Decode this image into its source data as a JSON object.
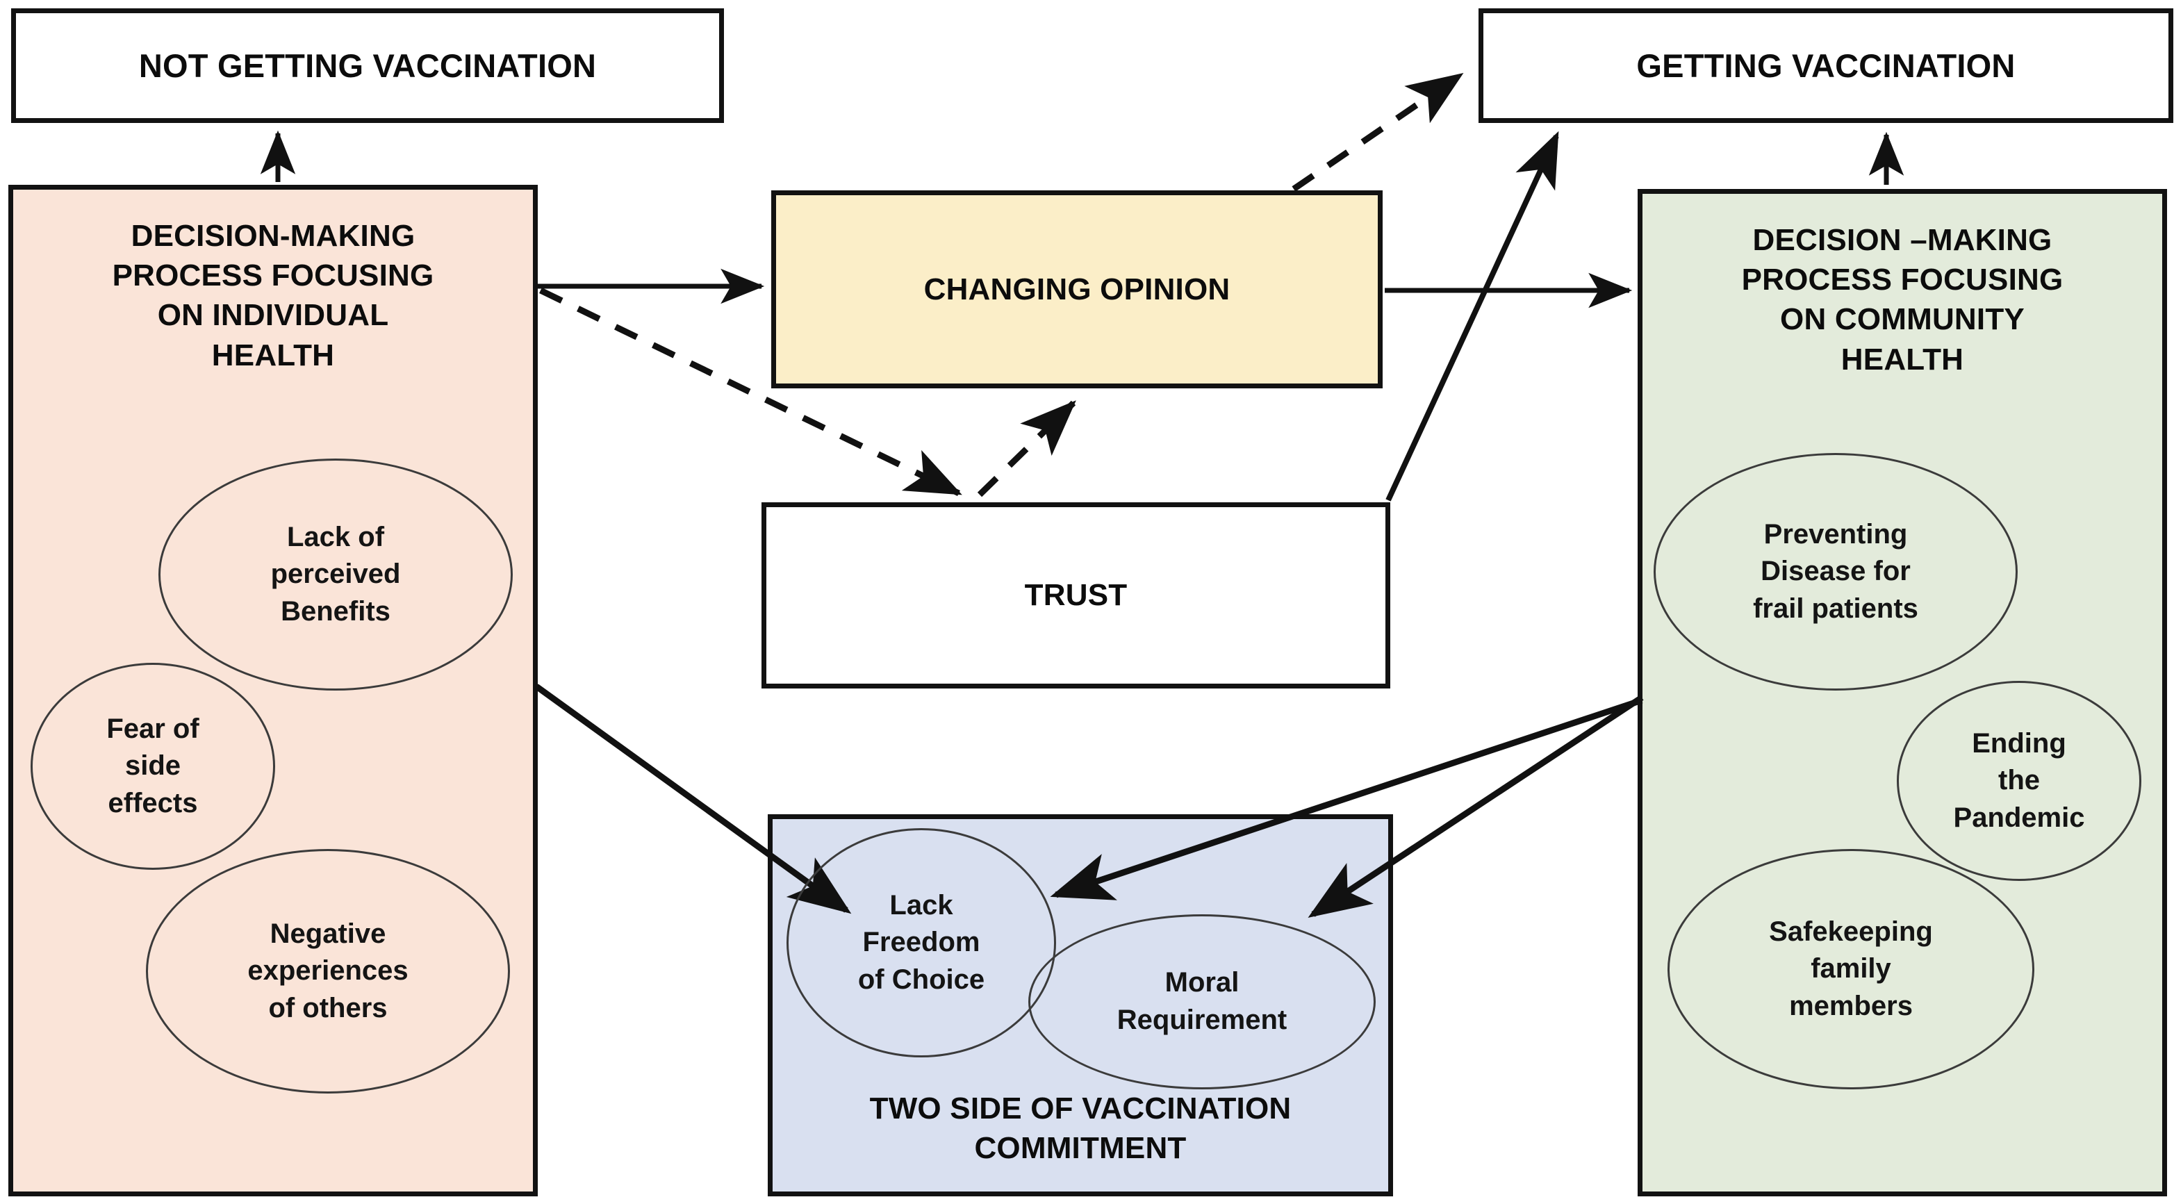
{
  "diagram": {
    "title": "Vaccination decision-making conceptual model",
    "colors": {
      "individual_health_fill": "#fae4d8",
      "community_health_fill": "#e3ebdb",
      "changing_opinion_fill": "#fbeec8",
      "two_side_fill": "#d9e0f0",
      "outcome_fill": "#ffffff",
      "border": "#121212",
      "ellipse_stroke": "#3b3b3b",
      "text": "#0c0c0c"
    },
    "outcomes": {
      "not_getting": "NOT GETTING VACCINATION",
      "getting": "GETTING VACCINATION"
    },
    "individual": {
      "title": "DECISION-MAKING\nPROCESS FOCUSING\nON INDIVIDUAL\nHEALTH",
      "factors": [
        {
          "id": "lack-perceived-benefits",
          "label": "Lack of\nperceived\nBenefits"
        },
        {
          "id": "fear-side-effects",
          "label": "Fear of\nside\neffects"
        },
        {
          "id": "negative-experiences",
          "label": "Negative\nexperiences\nof others"
        }
      ]
    },
    "community": {
      "title": "DECISION –MAKING\nPROCESS FOCUSING\nON COMMUNITY\nHEALTH",
      "factors": [
        {
          "id": "preventing-disease",
          "label": "Preventing\nDisease for\nfrail patients"
        },
        {
          "id": "ending-pandemic",
          "label": "Ending\nthe\nPandemic"
        },
        {
          "id": "safekeeping-family",
          "label": "Safekeeping\nfamily\nmembers"
        }
      ]
    },
    "changing_opinion": {
      "title": "CHANGING OPINION"
    },
    "trust": {
      "title": "TRUST"
    },
    "two_side": {
      "title": "TWO SIDE OF VACCINATION\nCOMMITMENT",
      "factors": [
        {
          "id": "lack-freedom-of-choice",
          "label": "Lack\nFreedom\nof Choice"
        },
        {
          "id": "moral-requirement",
          "label": "Moral\nRequirement"
        }
      ]
    },
    "connections": [
      {
        "id": "individual-to-not-getting",
        "from": "DECISION-MAKING PROCESS FOCUSING ON INDIVIDUAL HEALTH",
        "to": "NOT GETTING VACCINATION",
        "style": "solid"
      },
      {
        "id": "individual-to-changing-opinion",
        "from": "DECISION-MAKING PROCESS FOCUSING ON INDIVIDUAL HEALTH",
        "to": "CHANGING OPINION",
        "style": "solid"
      },
      {
        "id": "individual-to-trust",
        "from": "DECISION-MAKING PROCESS FOCUSING ON INDIVIDUAL HEALTH",
        "to": "TRUST",
        "style": "dashed"
      },
      {
        "id": "trust-to-changing-opinion",
        "from": "TRUST",
        "to": "CHANGING OPINION",
        "style": "dashed"
      },
      {
        "id": "changing-opinion-to-getting",
        "from": "CHANGING OPINION",
        "to": "GETTING VACCINATION",
        "style": "dashed"
      },
      {
        "id": "changing-opinion-to-community",
        "from": "CHANGING OPINION",
        "to": "DECISION –MAKING PROCESS FOCUSING ON COMMUNITY HEALTH",
        "style": "solid"
      },
      {
        "id": "trust-to-getting",
        "from": "TRUST",
        "to": "GETTING VACCINATION",
        "style": "solid"
      },
      {
        "id": "community-to-getting",
        "from": "DECISION –MAKING PROCESS FOCUSING ON COMMUNITY HEALTH",
        "to": "GETTING VACCINATION",
        "style": "solid"
      },
      {
        "id": "individual-to-lack-freedom",
        "from": "DECISION-MAKING PROCESS FOCUSING ON INDIVIDUAL HEALTH",
        "to": "Lack Freedom of Choice",
        "style": "solid"
      },
      {
        "id": "community-to-lack-freedom",
        "from": "DECISION –MAKING PROCESS FOCUSING ON COMMUNITY HEALTH",
        "to": "Lack Freedom of Choice",
        "style": "solid"
      },
      {
        "id": "community-to-moral-requirement",
        "from": "DECISION –MAKING PROCESS FOCUSING ON COMMUNITY HEALTH",
        "to": "Moral Requirement",
        "style": "solid"
      }
    ]
  }
}
